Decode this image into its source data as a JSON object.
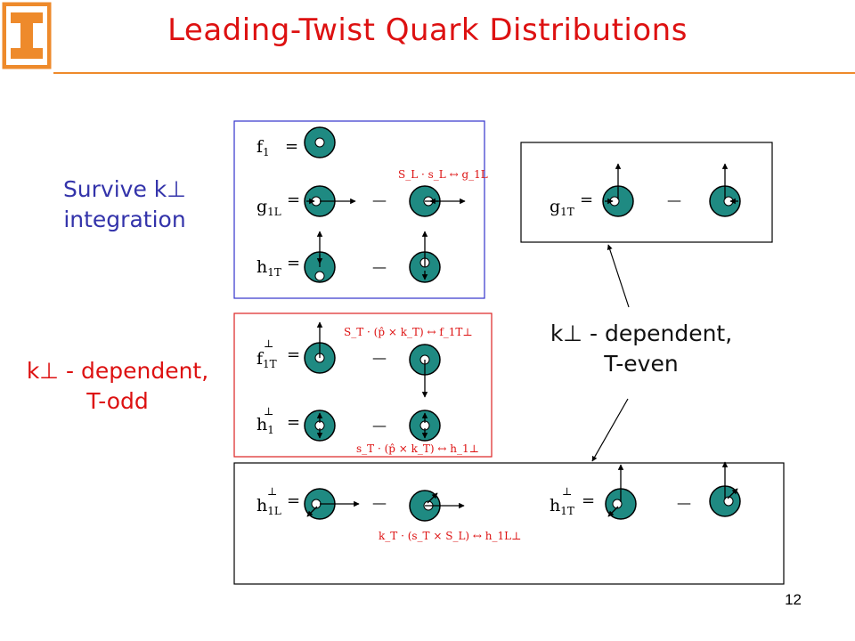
{
  "slide": {
    "title": "Leading-Twist Quark Distributions",
    "page_number": "12"
  },
  "labels": {
    "survive_line1": "Survive k⊥",
    "survive_line2": "integration",
    "todd_line1": "k⊥ - dependent,",
    "todd_line2": "T-odd",
    "teven_line1": "k⊥ - dependent,",
    "teven_line2": "T-even"
  },
  "formulas": {
    "f1": "f",
    "f1_sub": "1",
    "g1L": "g",
    "g1L_sub": "1L",
    "h1T": "h",
    "h1T_sub": "1T",
    "f1Tperp": "f",
    "f1Tperp_sub": "1T",
    "h1perp": "h",
    "h1perp_sub": "1",
    "g1T": "g",
    "g1T_sub": "1T",
    "h1Lperp": "h",
    "h1Lperp_sub": "1L",
    "h1Tperp": "h",
    "h1Tperp_sub": "1T",
    "perp": "⊥",
    "equals": "=",
    "minus": "—"
  },
  "annotations": {
    "g1L_corr": "S_L · s_L ↔ g_1L",
    "f1Tperp_corr": "S_T · (p̂ × k_T) ↔ f_1T⊥",
    "h1perp_corr": "s_T · (p̂ × k_T) ↔ h_1⊥",
    "h1Lperp_corr": "k_T · (s_T × S_L) ↔ h_1L⊥"
  },
  "colors": {
    "title": "#dd1111",
    "blue_text": "#3333aa",
    "nucleon": "#1f8a82",
    "rule": "#ee8a2b",
    "box_blue": "#3333cc",
    "box_red": "#dd2222"
  }
}
